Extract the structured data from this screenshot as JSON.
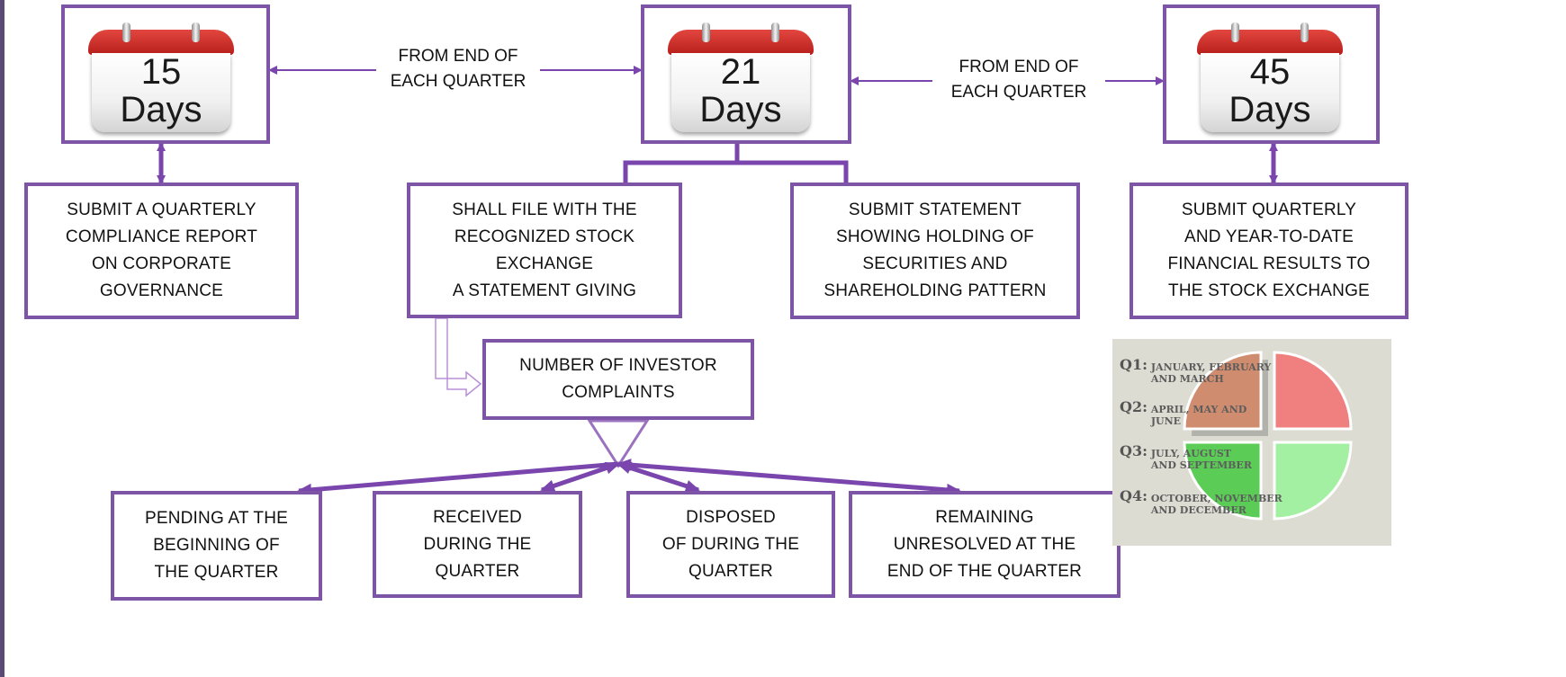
{
  "colors": {
    "accent": "#7e55a6",
    "arrow": "#7a46ad",
    "calendar_red": "#cc2a24",
    "q1": "#d08c6e",
    "q2": "#f07f7f",
    "q3": "#5bcd57",
    "q4": "#a3f0a3"
  },
  "calendars": [
    {
      "number": "15",
      "unit": "Days"
    },
    {
      "number": "21",
      "unit": "Days"
    },
    {
      "number": "45",
      "unit": "Days"
    }
  ],
  "connectors": {
    "left": "FROM END OF\nEACH QUARTER",
    "right": "FROM END OF\nEACH QUARTER"
  },
  "boxes": {
    "compliance": "SUBMIT A QUARTERLY\nCOMPLIANCE REPORT\nON CORPORATE\nGOVERNANCE",
    "stock_exchange": "SHALL FILE WITH THE\nRECOGNIZED STOCK\nEXCHANGE\nA STATEMENT GIVING",
    "holding": "SUBMIT STATEMENT\nSHOWING HOLDING OF\nSECURITIES AND\nSHAREHOLDING PATTERN",
    "financial": "SUBMIT QUARTERLY\nAND YEAR-TO-DATE\nFINANCIAL RESULTS TO\nTHE STOCK EXCHANGE",
    "complaints": "NUMBER OF INVESTOR\nCOMPLAINTS",
    "pending": "PENDING AT THE\nBEGINNING OF\nTHE QUARTER",
    "received": "RECEIVED\nDURING THE\nQUARTER",
    "disposed": "DISPOSED\nOF DURING THE\nQUARTER",
    "remaining": "REMAINING\nUNRESOLVED AT THE\nEND OF THE QUARTER"
  },
  "quarters": [
    {
      "key": "Q1:",
      "months": "JANUARY, FEBRUARY\nAND MARCH"
    },
    {
      "key": "Q2:",
      "months": "APRIL, MAY AND\nJUNE"
    },
    {
      "key": "Q3:",
      "months": "JULY, AUGUST\nAND SEPTEMBER"
    },
    {
      "key": "Q4:",
      "months": "OCTOBER, NOVEMBER\nAND DECEMBER"
    }
  ]
}
